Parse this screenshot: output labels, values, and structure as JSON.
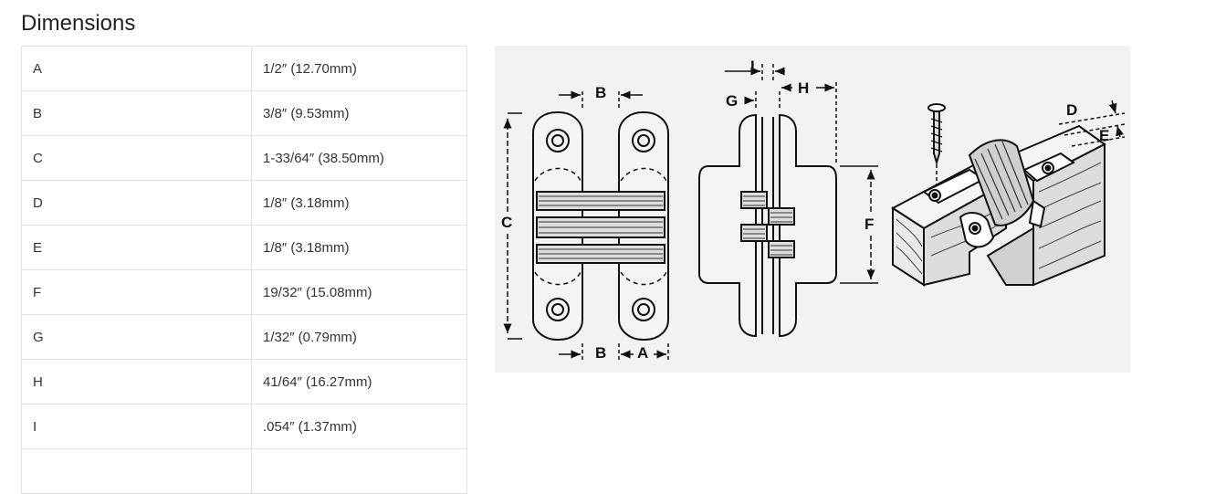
{
  "heading": "Dimensions",
  "dimensions": [
    {
      "key": "A",
      "value": "1/2″ (12.70mm)"
    },
    {
      "key": "B",
      "value": "3/8″ (9.53mm)"
    },
    {
      "key": "C",
      "value": "1-33/64″ (38.50mm)"
    },
    {
      "key": "D",
      "value": "1/8″ (3.18mm)"
    },
    {
      "key": "E",
      "value": "1/8″ (3.18mm)"
    },
    {
      "key": "F",
      "value": "19/32″ (15.08mm)"
    },
    {
      "key": "G",
      "value": "1/32″ (0.79mm)"
    },
    {
      "key": "H",
      "value": "41/64″ (16.27mm)"
    },
    {
      "key": "I",
      "value": ".054″ (1.37mm)"
    }
  ],
  "diagram_labels": {
    "A": "A",
    "B": "B",
    "C": "C",
    "D": "D",
    "E": "E",
    "F": "F",
    "G": "G",
    "H": "H",
    "I": "I"
  },
  "colors": {
    "diagram_background": "#f2f2f2",
    "table_border": "#e3e3e3",
    "text": "#333333"
  }
}
